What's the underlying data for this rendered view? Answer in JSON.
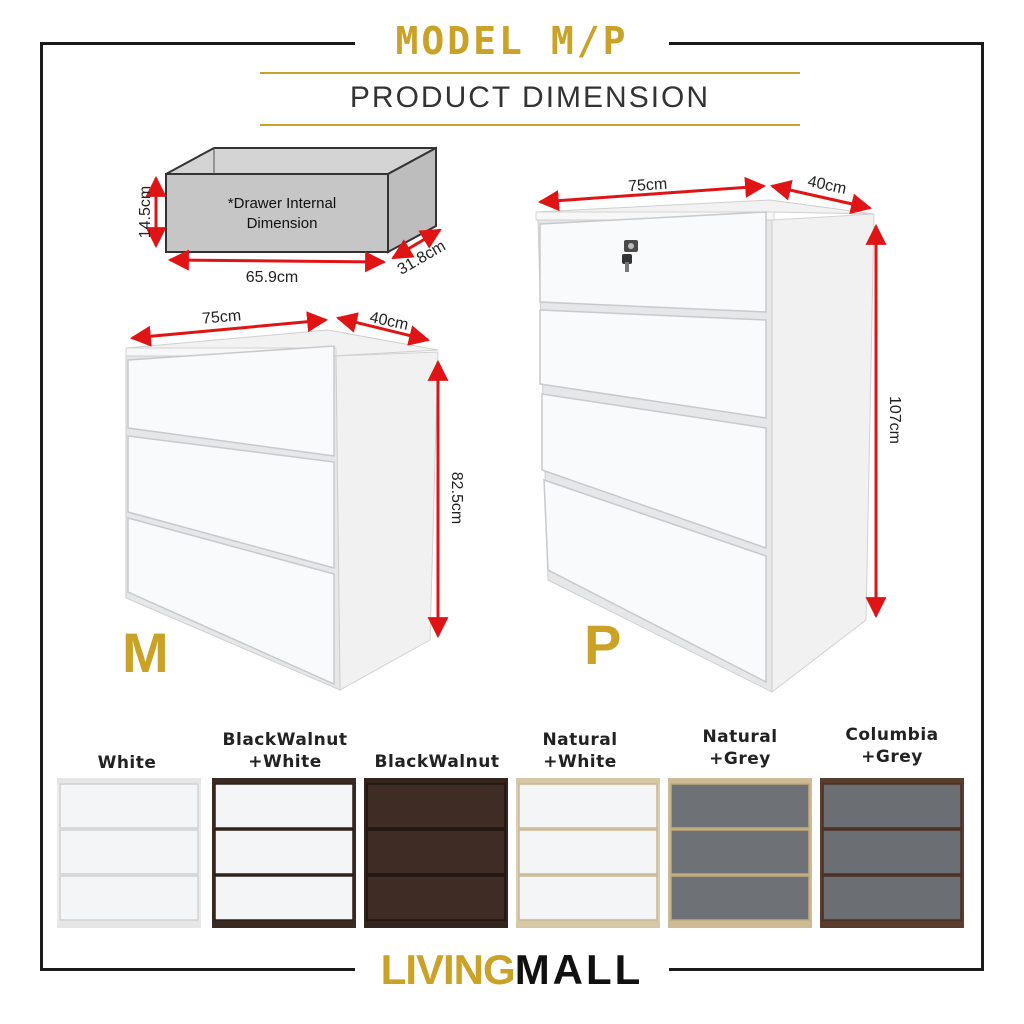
{
  "header": {
    "title": "MODEL M/P",
    "subtitle": "PRODUCT DIMENSION"
  },
  "drawer_diagram": {
    "label_line1": "*Drawer Internal",
    "label_line2": "Dimension",
    "height": "14.5cm",
    "width": "65.9cm",
    "depth": "31.8cm"
  },
  "model_m": {
    "letter": "M",
    "width": "75cm",
    "depth": "40cm",
    "height": "82.5cm",
    "drawers": 3
  },
  "model_p": {
    "letter": "P",
    "width": "75cm",
    "depth": "40cm",
    "height": "107cm",
    "drawers": 4,
    "lock": true
  },
  "colors": {
    "accent_gold": "#c9a227",
    "dimension_red": "#e01414"
  },
  "swatches": [
    {
      "label_line1": "White",
      "label_line2": "",
      "front": "#f4f5f6",
      "body": "#ececec",
      "gap": "#d0d2d4",
      "trim": "#e6e6e6"
    },
    {
      "label_line1": "BlackWalnut",
      "label_line2": "+White",
      "front": "#f4f5f6",
      "body": "#3b2a22",
      "gap": "#2e211b",
      "trim": "#3b2a22"
    },
    {
      "label_line1": "BlackWalnut",
      "label_line2": "",
      "front": "#3f2d25",
      "body": "#33241d",
      "gap": "#1f1511",
      "trim": "#33241d"
    },
    {
      "label_line1": "Natural",
      "label_line2": "+White",
      "front": "#f4f5f6",
      "body": "#d9cdb3",
      "gap": "#c8b994",
      "trim": "#d6c8a6"
    },
    {
      "label_line1": "Natural",
      "label_line2": "+Grey",
      "front": "#6e7276",
      "body": "#cdbb95",
      "gap": "#c0aa7c",
      "trim": "#cdbb95"
    },
    {
      "label_line1": "Columbia",
      "label_line2": "+Grey",
      "front": "#6b6f73",
      "body": "#5a3c2e",
      "gap": "#4b2f23",
      "trim": "#5a3c2e"
    }
  ],
  "footer": {
    "brand_living": "LIVING",
    "brand_mall": "MALL"
  }
}
